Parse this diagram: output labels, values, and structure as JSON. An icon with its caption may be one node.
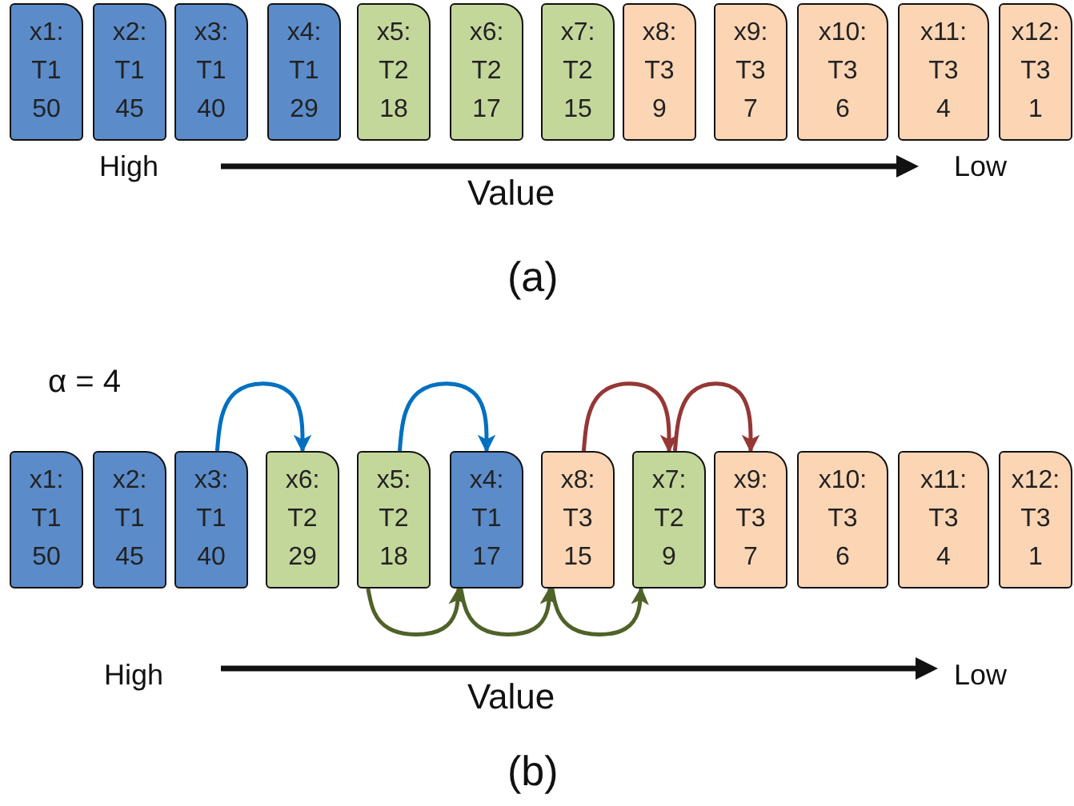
{
  "diagram": {
    "nodes": [
      {
        "text": [
          "x1:",
          "T1",
          "50"
        ]
      },
      {
        "text": [
          "x2:",
          "T1",
          "45"
        ]
      },
      {
        "text": [
          "x3:",
          "T1",
          "40"
        ]
      },
      {
        "text": [
          "x4:",
          "T1",
          "29"
        ]
      },
      {
        "text": [
          "x5:",
          "T2",
          "18"
        ]
      },
      {
        "text": [
          "x6:",
          "T2",
          "17"
        ]
      },
      {
        "text": [
          "x7:",
          "T2",
          "15"
        ]
      },
      {
        "text": [
          "x8:",
          "T3",
          "9"
        ]
      },
      {
        "text": [
          "x9:",
          "T3",
          "7"
        ]
      },
      {
        "text": [
          "x10:",
          "T3",
          "6"
        ]
      },
      {
        "text": [
          "x11:",
          "T3",
          "4"
        ]
      },
      {
        "text": [
          "x12:",
          "T3",
          "1"
        ]
      },
      {
        "text": [
          "x1:",
          "T1",
          "50"
        ]
      },
      {
        "text": [
          "x2:",
          "T1",
          "45"
        ]
      },
      {
        "text": [
          "x3:",
          "T1",
          "40"
        ]
      },
      {
        "text": [
          "x6:",
          "T2",
          "29"
        ]
      },
      {
        "text": [
          "x5:",
          "T2",
          "18"
        ]
      },
      {
        "text": [
          "x4:",
          "T1",
          "17"
        ]
      },
      {
        "text": [
          "x8:",
          "T3",
          "15"
        ]
      },
      {
        "text": [
          "x7:",
          "T2",
          "9"
        ]
      },
      {
        "text": [
          "x9:",
          "T3",
          "7"
        ]
      },
      {
        "text": [
          "x10:",
          "T3",
          "6"
        ]
      },
      {
        "text": [
          "x11:",
          "T3",
          "4"
        ]
      },
      {
        "text": [
          "x12:",
          "T3",
          "1"
        ]
      }
    ],
    "edges": [
      {
        "from": 14,
        "to": 15,
        "arrow": "to",
        "color": "#0070c0"
      },
      {
        "from": 16,
        "to": 17,
        "arrow": "to",
        "color": "#0070c0"
      },
      {
        "from": 18,
        "to": 19,
        "arrow": "to",
        "color": "#953735"
      },
      {
        "from": 19,
        "to": 20,
        "arrow": "to",
        "color": "#953735"
      },
      {
        "from": 16,
        "to": 17,
        "arrow": "to",
        "color": "#4f6228"
      },
      {
        "from": 17,
        "to": 18,
        "arrow": "to",
        "color": "#4f6228"
      },
      {
        "from": 18,
        "to": 19,
        "arrow": "to",
        "color": "#4f6228"
      }
    ],
    "labels": [
      "High",
      "Value",
      "Low",
      "(a)",
      "α = 4",
      "High",
      "Value",
      "Low",
      "(b)"
    ]
  }
}
